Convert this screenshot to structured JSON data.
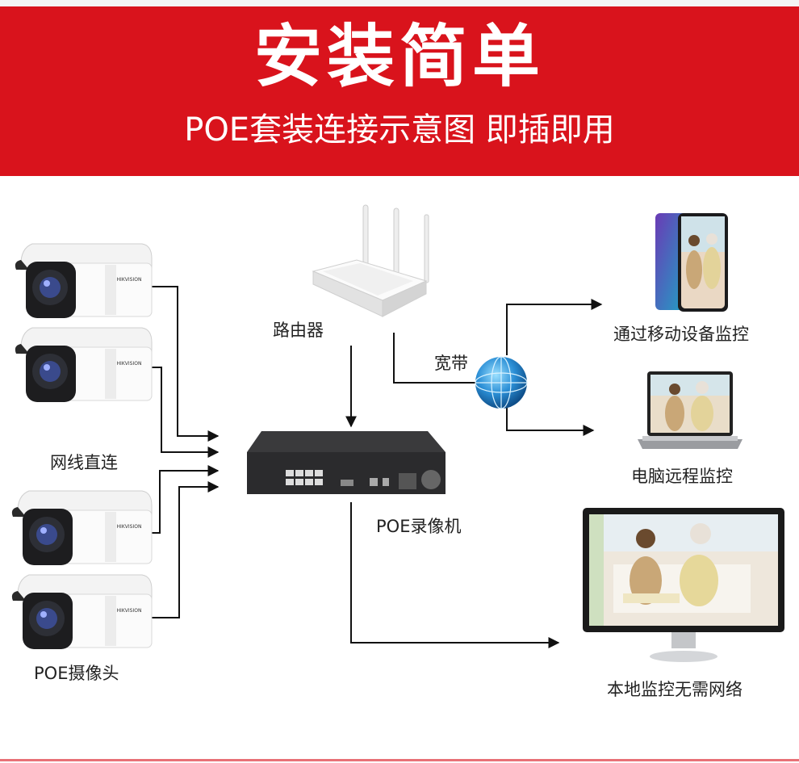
{
  "banner": {
    "title": "安装简单",
    "subtitle": "POE套装连接示意图 即插即用"
  },
  "labels": {
    "router": "路由器",
    "broadband": "宽带",
    "direct_cable": "网线直连",
    "poe_camera": "POE摄像头",
    "poe_nvr": "POE录像机",
    "mobile_monitor": "通过移动设备监控",
    "pc_remote": "电脑远程监控",
    "local_monitor": "本地监控无需网络"
  },
  "camera_brand": "HIKVISION",
  "colors": {
    "banner_red": "#d9131c",
    "wire": "#111111"
  }
}
